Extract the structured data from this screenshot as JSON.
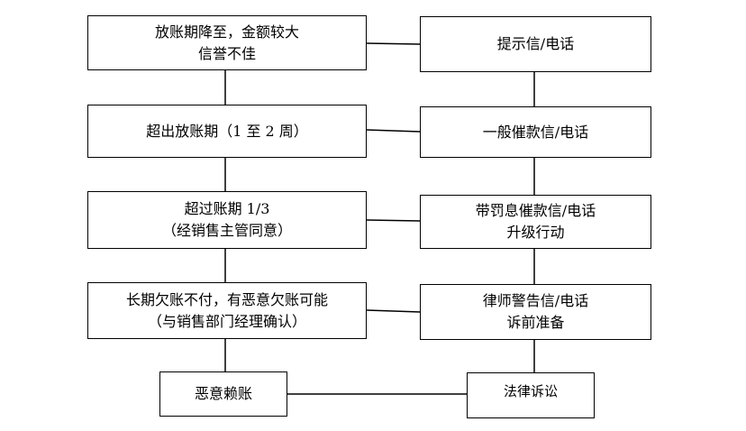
{
  "left_steps": [
    {
      "lines": [
        "放账期降至，金额较大",
        "信誉不佳"
      ]
    },
    {
      "lines": [
        "超出放账期（1 至 2 周）"
      ]
    },
    {
      "lines": [
        "超过账期 1/3",
        "（经销售主管同意）"
      ]
    },
    {
      "lines": [
        "长期欠账不付，有恶意欠账可能",
        "（与销售部门经理确认）"
      ]
    },
    {
      "lines": [
        "恶意赖账"
      ]
    }
  ],
  "right_steps": [
    {
      "lines": [
        "提示信/电话"
      ]
    },
    {
      "lines": [
        "一般催款信/电话"
      ]
    },
    {
      "lines": [
        "带罚息催款信/电话",
        "升级行动"
      ]
    },
    {
      "lines": [
        "律师警告信/电话",
        "诉前准备"
      ]
    },
    {
      "lines": [
        "法律诉讼"
      ]
    }
  ]
}
